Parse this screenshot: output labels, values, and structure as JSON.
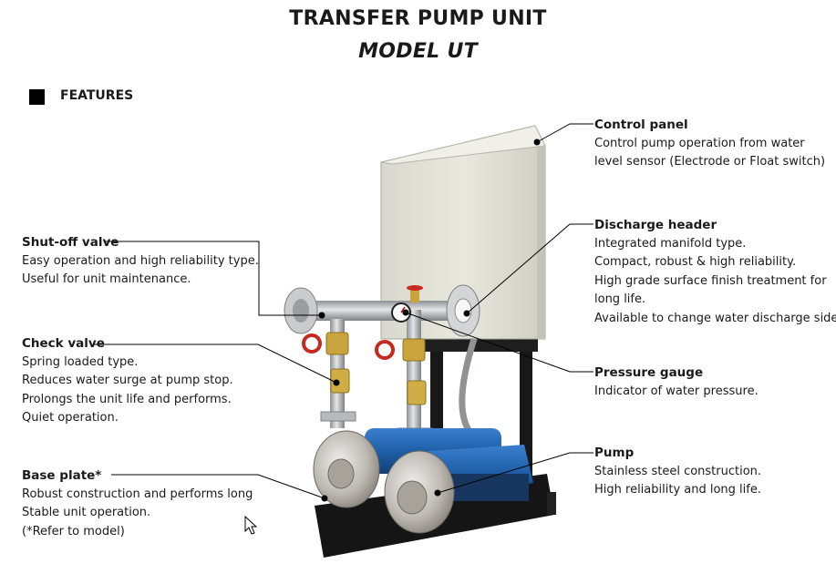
{
  "header": {
    "title": "TRANSFER PUMP UNIT",
    "subtitle": "MODEL UT"
  },
  "section": {
    "label": "FEATURES"
  },
  "features": {
    "shutoff": {
      "title": "Shut-off valve",
      "lines": [
        "Easy operation and high reliability type.",
        "Useful for unit maintenance."
      ]
    },
    "check": {
      "title": "Check valve",
      "lines": [
        "Spring loaded type.",
        "Reduces water surge at pump stop.",
        "Prolongs the unit life and performs.",
        "Quiet operation."
      ]
    },
    "base": {
      "title": "Base plate*",
      "lines": [
        "Robust construction and performs long",
        "Stable unit operation.",
        "(*Refer to model)"
      ]
    },
    "control": {
      "title": "Control panel",
      "lines": [
        "Control pump operation from water",
        "level sensor (Electrode or Float switch)"
      ]
    },
    "discharge": {
      "title": "Discharge header",
      "lines": [
        "Integrated manifold type.",
        "Compact, robust & high reliability.",
        "High grade surface finish treatment for",
        "long life.",
        "Available to change water discharge side."
      ]
    },
    "gauge": {
      "title": "Pressure gauge",
      "lines": [
        "Indicator of water pressure."
      ]
    },
    "pump": {
      "title": "Pump",
      "lines": [
        "Stainless steel construction.",
        "High reliability and long life."
      ]
    }
  },
  "colors": {
    "panel": "#e7e6dc",
    "pump_blue": "#1f5fa8",
    "steel": "#b9bcbf",
    "frame": "#151515",
    "valve_red": "#c8281e",
    "brass": "#c9a43c"
  }
}
